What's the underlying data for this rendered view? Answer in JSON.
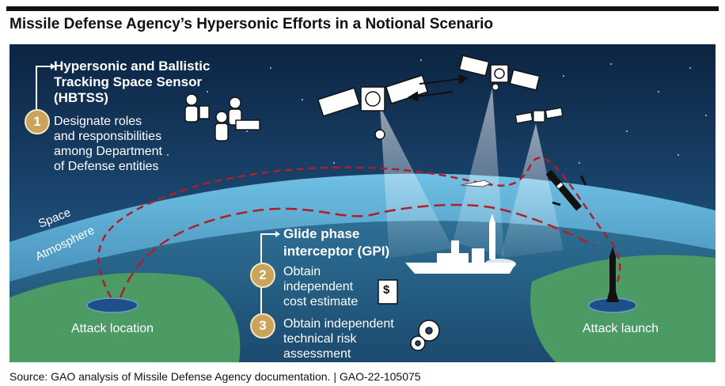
{
  "title": "Missile Defense Agency’s Hypersonic Efforts in a Notional Scenario",
  "source": "Source: GAO analysis of Missile Defense Agency documentation. | GAO-22-105075",
  "hbtss": {
    "heading_line1": "Hypersonic and Ballistic",
    "heading_line2": "Tracking Space Sensor",
    "heading_line3": "(HBTSS)",
    "step_number": "1",
    "desc_line1": "Designate roles",
    "desc_line2": "and responsibilities",
    "desc_line3": "among Department",
    "desc_line4": "of Defense entities"
  },
  "gpi": {
    "heading_line1": "Glide phase",
    "heading_line2": "interceptor (GPI)",
    "step2_number": "2",
    "step2_line1": "Obtain",
    "step2_line2": "independent",
    "step2_line3": "cost estimate",
    "step3_number": "3",
    "step3_line1": "Obtain independent",
    "step3_line2": "technical risk",
    "step3_line3": "assessment"
  },
  "labels": {
    "space": "Space",
    "atmosphere": "Atmosphere",
    "attack_location": "Attack location",
    "attack_launch": "Attack launch",
    "dollar": "$"
  },
  "colors": {
    "space_dark": "#0e2a4a",
    "space_mid": "#1f4f7a",
    "atmosphere": "#4aa3d1",
    "land": "#4c9a64",
    "trajectory": "#b01e2a",
    "badge": "#c9a45a"
  }
}
